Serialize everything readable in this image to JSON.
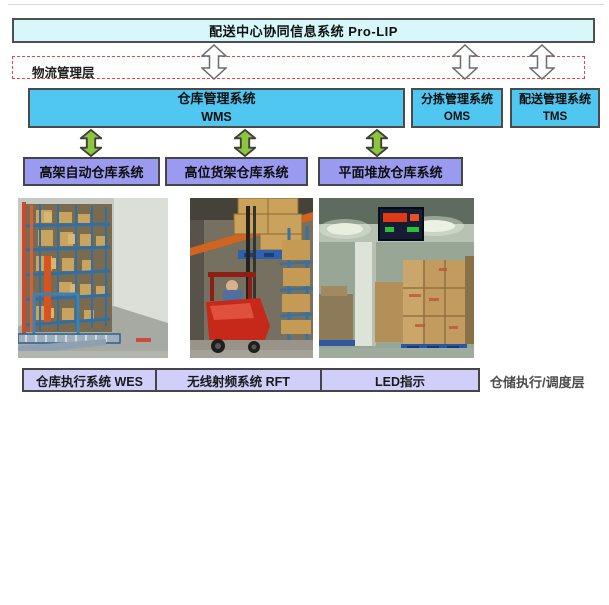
{
  "colors": {
    "top_bar_bg": "#d6f8fa",
    "management_bg": "#4fc7f0",
    "warehouse_bg": "#9a9af0",
    "execution_bg": "#cfcffa",
    "green_arrow": "#8cc63c",
    "white_arrow": "#ffffff",
    "dashed_border_red": "#e04848",
    "box_border": "#4a4a4a"
  },
  "header": {
    "title": "配送中心协同信息系统 Pro-LIP"
  },
  "logistics_layer": {
    "label": "物流管理层"
  },
  "management_row": {
    "wms": {
      "name": "仓库管理系统",
      "abbr": "WMS"
    },
    "oms": {
      "name": "分拣管理系统",
      "abbr": "OMS"
    },
    "tms": {
      "name": "配送管理系统",
      "abbr": "TMS"
    }
  },
  "warehouse_row": {
    "items": [
      {
        "label": "高架自动仓库系统"
      },
      {
        "label": "高位货架仓库系统"
      },
      {
        "label": "平面堆放仓库系统"
      }
    ]
  },
  "photos": [
    {
      "alt": "automated-rack-warehouse"
    },
    {
      "alt": "reach-forklift"
    },
    {
      "alt": "led-indicator-room"
    }
  ],
  "execution_row": {
    "items": [
      {
        "label": "仓库执行系统 WES"
      },
      {
        "label": "无线射频系统 RFT"
      },
      {
        "label": "LED指示"
      }
    ]
  },
  "execution_layer": {
    "label": "仓储执行/调度层"
  }
}
